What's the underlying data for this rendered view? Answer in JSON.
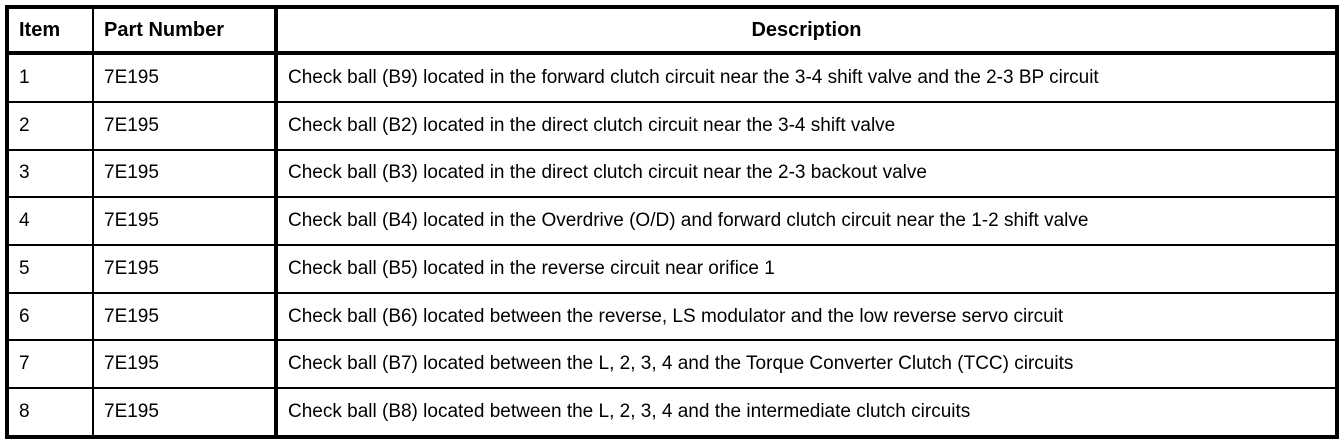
{
  "table": {
    "colors": {
      "border": "#000000",
      "background": "#ffffff",
      "text": "#000000"
    },
    "columns": [
      {
        "key": "item",
        "label": "Item"
      },
      {
        "key": "part_number",
        "label": "Part Number"
      },
      {
        "key": "description",
        "label": "Description"
      }
    ],
    "rows": [
      {
        "item": "1",
        "part_number": "7E195",
        "description": "Check ball (B9) located in the forward clutch circuit near the 3-4 shift valve and the 2-3 BP circuit"
      },
      {
        "item": "2",
        "part_number": "7E195",
        "description": "Check ball (B2) located in the direct clutch circuit near the 3-4 shift valve"
      },
      {
        "item": "3",
        "part_number": "7E195",
        "description": "Check ball (B3) located in the direct clutch circuit near the 2-3 backout valve"
      },
      {
        "item": "4",
        "part_number": "7E195",
        "description": "Check ball (B4) located in the Overdrive (O/D) and forward clutch circuit near the 1-2 shift valve"
      },
      {
        "item": "5",
        "part_number": "7E195",
        "description": "Check ball (B5) located in the reverse circuit near orifice 1"
      },
      {
        "item": "6",
        "part_number": "7E195",
        "description": "Check ball (B6) located between the reverse, LS modulator and the low reverse servo circuit"
      },
      {
        "item": "7",
        "part_number": "7E195",
        "description": "Check ball (B7) located between the L, 2, 3, 4 and the Torque Converter Clutch (TCC) circuits"
      },
      {
        "item": "8",
        "part_number": "7E195",
        "description": "Check ball (B8) located between the L, 2, 3, 4 and the intermediate clutch circuits"
      }
    ]
  }
}
